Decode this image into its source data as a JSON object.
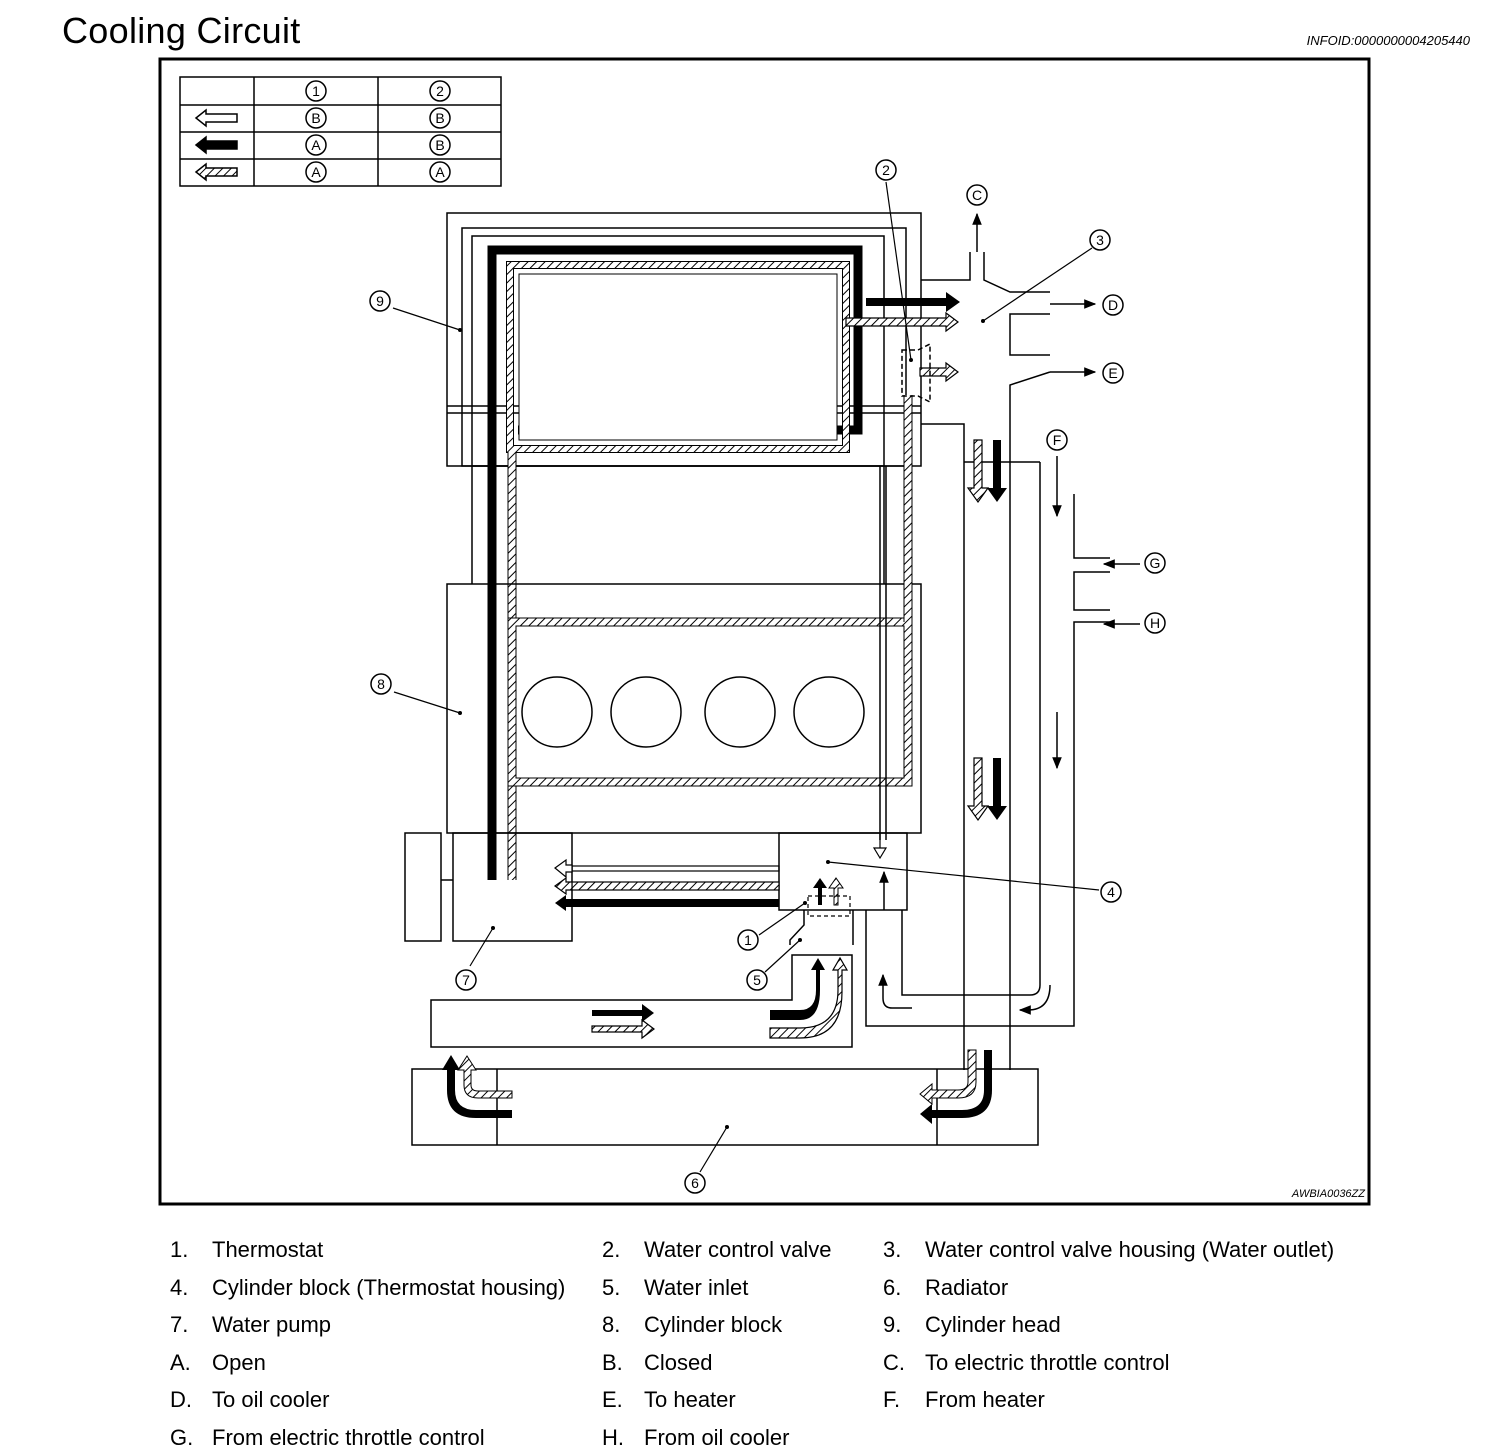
{
  "header": {
    "title": "Cooling Circuit",
    "info_id": "INFOID:0000000004205440"
  },
  "figure": {
    "code": "AWBIA0036ZZ",
    "table": {
      "columns": [
        "1",
        "2"
      ],
      "rows": [
        {
          "arrow": "white-arrow-icon",
          "values": [
            "B",
            "B"
          ]
        },
        {
          "arrow": "black-arrow-icon",
          "values": [
            "A",
            "B"
          ]
        },
        {
          "arrow": "hatched-arrow-icon",
          "values": [
            "A",
            "A"
          ]
        }
      ]
    },
    "callouts": [
      "1",
      "2",
      "3",
      "4",
      "5",
      "6",
      "7",
      "8",
      "9",
      "C",
      "D",
      "E",
      "F",
      "G",
      "H"
    ]
  },
  "legend": [
    {
      "key": "1.",
      "text": "Thermostat"
    },
    {
      "key": "2.",
      "text": "Water control valve"
    },
    {
      "key": "3.",
      "text": "Water control valve housing (Water outlet)"
    },
    {
      "key": "4.",
      "text": "Cylinder block (Thermostat housing)"
    },
    {
      "key": "5.",
      "text": "Water inlet"
    },
    {
      "key": "6.",
      "text": "Radiator"
    },
    {
      "key": "7.",
      "text": "Water pump"
    },
    {
      "key": "8.",
      "text": "Cylinder block"
    },
    {
      "key": "9.",
      "text": "Cylinder head"
    },
    {
      "key": "A.",
      "text": "Open"
    },
    {
      "key": "B.",
      "text": "Closed"
    },
    {
      "key": "C.",
      "text": "To electric throttle control"
    },
    {
      "key": "D.",
      "text": "To oil cooler"
    },
    {
      "key": "E.",
      "text": "To heater"
    },
    {
      "key": "F.",
      "text": "From heater"
    },
    {
      "key": "G.",
      "text": "From electric throttle control"
    },
    {
      "key": "H.",
      "text": "From oil cooler"
    }
  ]
}
